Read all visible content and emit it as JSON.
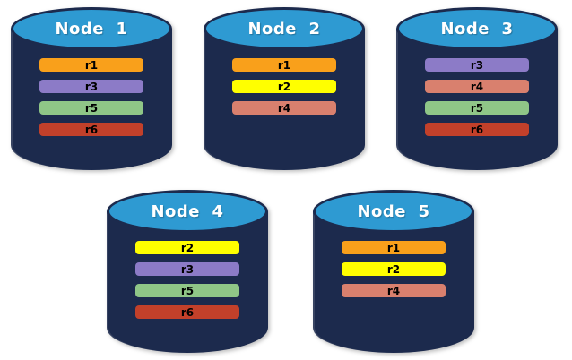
{
  "diagram": {
    "background": "#FFFFFF",
    "cylinder": {
      "body_color": "#1C2A4D",
      "top_color": "#2E9AD2",
      "title_color": "#FFFFFF"
    },
    "replica_text_color": "#000000",
    "replica_colors": {
      "r1": "#F9A01B",
      "r2": "#FFFF00",
      "r3": "#8C7BC7",
      "r4": "#D9806E",
      "r5": "#8FC687",
      "r6": "#C2402A"
    },
    "rows": [
      {
        "nodes": [
          {
            "label": "Node  1",
            "replicas": [
              "r1",
              "r3",
              "r5",
              "r6"
            ]
          },
          {
            "label": "Node  2",
            "replicas": [
              "r1",
              "r2",
              "r4"
            ]
          },
          {
            "label": "Node  3",
            "replicas": [
              "r3",
              "r4",
              "r5",
              "r6"
            ]
          }
        ]
      },
      {
        "nodes": [
          {
            "label": "Node  4",
            "replicas": [
              "r2",
              "r3",
              "r5",
              "r6"
            ]
          },
          {
            "label": "Node  5",
            "replicas": [
              "r1",
              "r2",
              "r4"
            ]
          }
        ]
      }
    ]
  }
}
